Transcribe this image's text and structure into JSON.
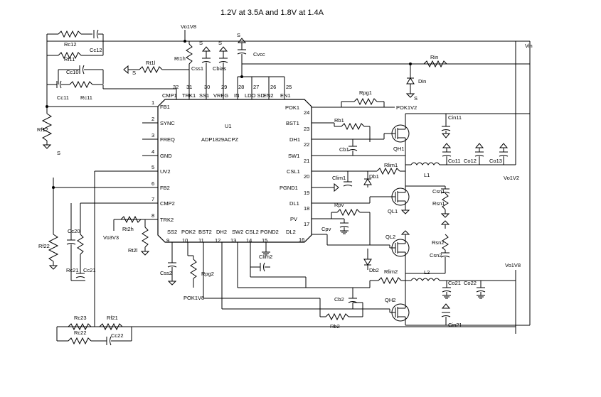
{
  "title": "1.2V at 3.5A and 1.8V at 1.4A",
  "chip": {
    "designator": "U1",
    "part": "ADP1829ACPZ",
    "top_pins": [
      {
        "num": "32",
        "name": "CMP1"
      },
      {
        "num": "31",
        "name": "TRK1"
      },
      {
        "num": "30",
        "name": "SS1"
      },
      {
        "num": "29",
        "name": "VREG"
      },
      {
        "num": "28",
        "name": "IN"
      },
      {
        "num": "27",
        "name": "LDO SD"
      },
      {
        "num": "26",
        "name": "EN2"
      },
      {
        "num": "25",
        "name": "EN1"
      }
    ],
    "left_pins": [
      {
        "num": "1",
        "name": "FB1"
      },
      {
        "num": "2",
        "name": "SYNC"
      },
      {
        "num": "3",
        "name": "FREQ"
      },
      {
        "num": "4",
        "name": "GND"
      },
      {
        "num": "5",
        "name": "UV2"
      },
      {
        "num": "6",
        "name": "FB2"
      },
      {
        "num": "7",
        "name": "CMP2"
      },
      {
        "num": "8",
        "name": "TRK2"
      }
    ],
    "right_pins": [
      {
        "num": "24",
        "name": "POK1"
      },
      {
        "num": "23",
        "name": "BST1"
      },
      {
        "num": "22",
        "name": "DH1"
      },
      {
        "num": "21",
        "name": "SW1"
      },
      {
        "num": "20",
        "name": "CSL1"
      },
      {
        "num": "19",
        "name": "PGND1"
      },
      {
        "num": "18",
        "name": "DL1"
      },
      {
        "num": "17",
        "name": "PV"
      },
      {
        "num": "16",
        "name": "DL2"
      }
    ],
    "bottom_pins": [
      {
        "num": "9",
        "name": "SS2"
      },
      {
        "num": "10",
        "name": "POK2"
      },
      {
        "num": "11",
        "name": "BST2"
      },
      {
        "num": "12",
        "name": "DH2"
      },
      {
        "num": "13",
        "name": "SW2"
      },
      {
        "num": "14",
        "name": "CSL2"
      },
      {
        "num": "15",
        "name": "PGND2"
      }
    ]
  },
  "nets": {
    "vin": "Vin",
    "vo1v8_top": "Vo1V8",
    "vo1v2": "Vo1V2",
    "vo1v8_right": "Vo1V8",
    "pok1v2": "POK1V2",
    "pok1v8": "POK1V8",
    "vo3v3": "Vo3V3"
  },
  "components": {
    "rc12": "Rc12",
    "cc12": "Cc12",
    "rf11": "Rf11",
    "cc10": "Cc10",
    "cc11": "Cc11",
    "rc11": "Rc11",
    "rf12": "Rf12",
    "rt1l": "Rt1l",
    "rt1h": "Rt1h",
    "css1": "Css1",
    "cbias": "Cbias",
    "cvcc": "Cvcc",
    "rin": "Rin",
    "din": "Din",
    "rpg1": "Rpg1",
    "rb1": "Rb1",
    "cb1": "Cb1",
    "qh1": "QH1",
    "cin11": "Cin11",
    "cout1": "Co11",
    "cout2": "Co12",
    "cout3": "Co13",
    "l1": "L1",
    "db1": "Db1",
    "rlim1": "Rlim1",
    "clim1": "Clim1",
    "csn1": "Csn1",
    "rsn1": "Rsn1",
    "ql1": "QL1",
    "rpv": "Rpv",
    "cpv": "Cpv",
    "ql2": "QL2",
    "rsn2": "Rsn2",
    "csn2": "Csn2",
    "db2": "Db2",
    "rlim2": "Rlim2",
    "l2": "L2",
    "co21": "Co21",
    "co22": "Co22",
    "cb2": "Cb2",
    "rb2": "Rb2",
    "qh2": "QH2",
    "cin21": "Cin21",
    "clim2": "Clim2",
    "rpg2": "Rpg2",
    "css2": "Css2",
    "rt2h": "Rt2h",
    "rt2l": "Rt2l",
    "rf22": "Rf22",
    "cc20": "Cc20",
    "rc21": "Rc21",
    "cc21": "Cc21",
    "rc23": "Rc23",
    "rf21": "Rf21",
    "rc22": "Rc22",
    "cc22": "Cc22"
  },
  "gnd_symbol": "S"
}
